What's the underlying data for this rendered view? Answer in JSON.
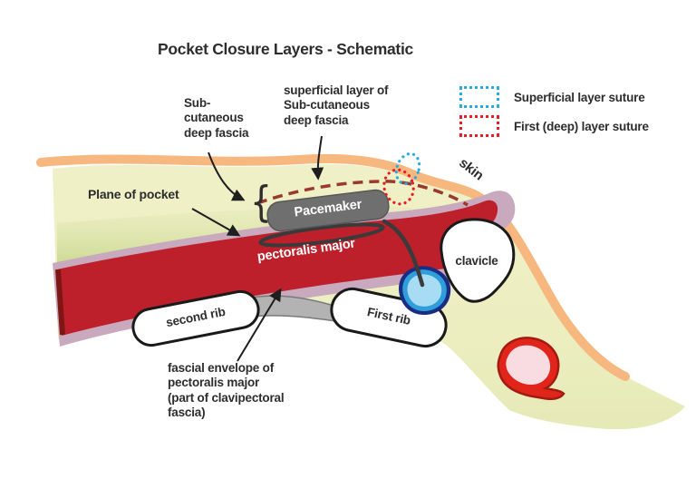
{
  "diagram": {
    "title": "Pocket Closure Layers - Schematic",
    "labels": {
      "subcutaneous_fascia": "Sub-\ncutaneous\ndeep fascia",
      "superficial_layer": "superficial layer of\nSub-cutaneous\ndeep fascia",
      "plane_of_pocket": "Plane of pocket",
      "skin": "skin",
      "pacemaker": "Pacemaker",
      "pectoralis_major": "pectoralis major",
      "clavicle": "clavicle",
      "second_rib": "second rib",
      "first_rib": "First rib",
      "fascial_envelope": "fascial envelope of\npectoralis major\n(part of clavipectoral\nfascia)",
      "brace": "{"
    },
    "legend": {
      "items": [
        {
          "label": "Superficial layer suture",
          "color": "#29ABE2",
          "style": "dotted-box"
        },
        {
          "label": "First (deep) layer suture",
          "color": "#EC1C24",
          "style": "dotted-box"
        }
      ]
    },
    "colors": {
      "skin_band": "#F6B87E",
      "subcutaneous_tissue": "#EDEEC3",
      "pocket_plane_band": "#CFDC9B",
      "fascia_mauve": "#C9A9BE",
      "muscle_red": "#BE202B",
      "muscle_edge_dark": "#7E1713",
      "pacemaker_gray": "#6F6F6F",
      "lead_wire": "#3A3A3A",
      "vein_fill": "#A8DCF4",
      "vein_mid": "#2F9FDB",
      "vein_outline": "#1B2C85",
      "vessel_ring_red": "#E1251B",
      "vessel_inner_pink": "#F9DCE2",
      "bone_fill": "#FFFFFF",
      "bone_outline": "#1A1A1A",
      "intercostal_membrane": "#B3B3B3",
      "suture_superficial": "#29ABE2",
      "suture_deep": "#EC1C24",
      "dashed_fascia_line": "#993A2C",
      "text": "#2D2D2D"
    }
  }
}
